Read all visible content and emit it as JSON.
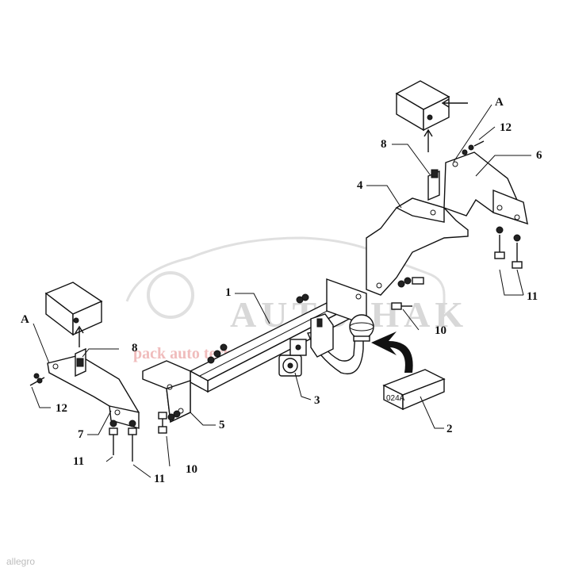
{
  "watermark": {
    "brand": "AUTO-HAK",
    "tagline": "pack auto tech"
  },
  "footer": {
    "source": "allegro"
  },
  "callouts": {
    "a_left": "A",
    "a_right": "A",
    "p1": "1",
    "p2": "2",
    "p3": "3",
    "p4": "4",
    "p5": "5",
    "p6": "6",
    "p7": "7",
    "p8_left": "8",
    "p8_right": "8",
    "p10_left": "10",
    "p10_right": "10",
    "p11_left_a": "11",
    "p11_left_b": "11",
    "p11_right": "11",
    "p12_left": "12",
    "p12_right": "12"
  },
  "code_box": {
    "text": "024A"
  }
}
